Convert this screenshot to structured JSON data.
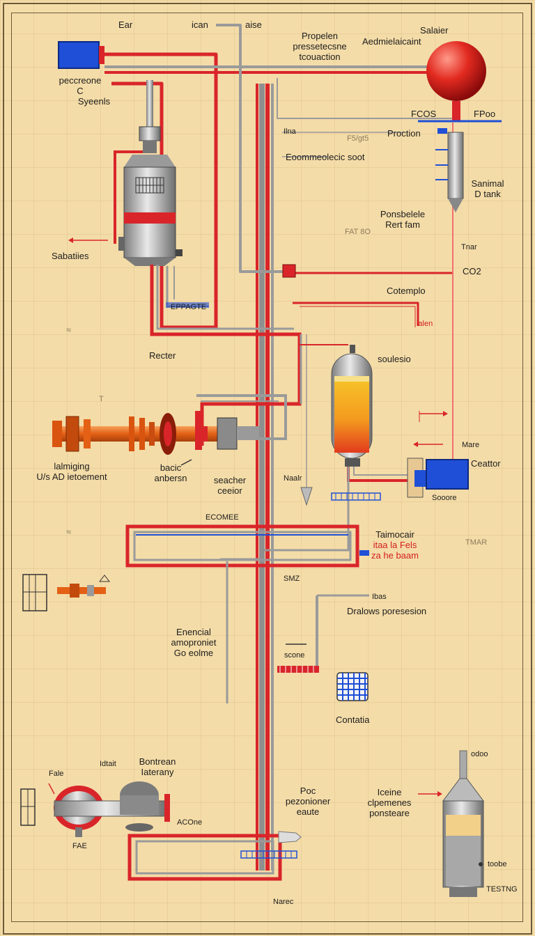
{
  "labels": {
    "ear": "Ear",
    "ican": "ican",
    "aise": "aise",
    "propelen_1": "Propelen",
    "propelen_2": "pressetecsne",
    "propelen_3": "tcouaction",
    "salaier": "Salaier",
    "aedm": "Aedmielaicaint",
    "pecreons_1": "peccreone",
    "pecreons_2": "C",
    "pecreons_3": "Syeenls",
    "fcos": "FCOS",
    "fpoo": "FPoo",
    "ilna": "Ilna",
    "fa_small": "F5/gt5",
    "proction": "Proction",
    "economic": "Eoommeolecic soot",
    "sanimal_1": "Sanimal",
    "sanimal_2": "D tank",
    "possibelo_1": "Ponsbelele",
    "possibelo_2": "Rert fam",
    "fatso": "FAT 8O",
    "saballes": "Sabatiies",
    "tmar": "Tnar",
    "co2": "CO2",
    "cotemplo": "Cotemplo",
    "lalen": "lalen",
    "separate": "EPPAGTE",
    "recter": "Recter",
    "soulesio": "soulesio",
    "left_blur": "≈",
    "ubt": "T",
    "lalmiging_1": "lalmiging",
    "lalmiging_2": "U/s AD ietoement",
    "back_1": "bacic",
    "back_2": "anbersn",
    "seacher_1": "seacher",
    "seacher_2": "ceeior",
    "naalr": "Naalr",
    "mare": "Mare",
    "ceattor": "Ceattor",
    "sooore": "Sooore",
    "ecowee": "ECOMEE",
    "tairocair_1": "Taimocair",
    "tairocair_2": "itaa la Fels",
    "tairocair_3": "za he baam",
    "tmar_right": "TMAR",
    "smz": "SMZ",
    "bais": "Ibas",
    "dralows": "Dralows poresesion",
    "enercial_1": "Enencial",
    "enercial_2": "amoproniet",
    "enercial_3": "Go eolme",
    "scone": "scone",
    "contatia": "Contatia",
    "fale": "Fale",
    "idtait": "Idtait",
    "bontrean_1": "Bontrean",
    "bontrean_2": "Iaterany",
    "poc_1": "Poc",
    "poc_2": "pezonioner",
    "poc_3": "eaute",
    "iceine_1": "Iceine",
    "iceine_2": "clpemenes",
    "iceine_3": "ponsteare",
    "oodo": "odoo",
    "acone": "ACOne",
    "fae": "FAE",
    "toobe": "toobe",
    "testng": "TESTNG",
    "narec": "Narec"
  },
  "colors": {
    "background": "#f4dca8",
    "pipe_red": "#d9252a",
    "pipe_grey": "#9a9a9a",
    "vessel_blue": "#1f4fd6",
    "sphere_red": "#d82020",
    "liquid_yellow": "#f5b820",
    "pump_orange": "#e86a18"
  }
}
